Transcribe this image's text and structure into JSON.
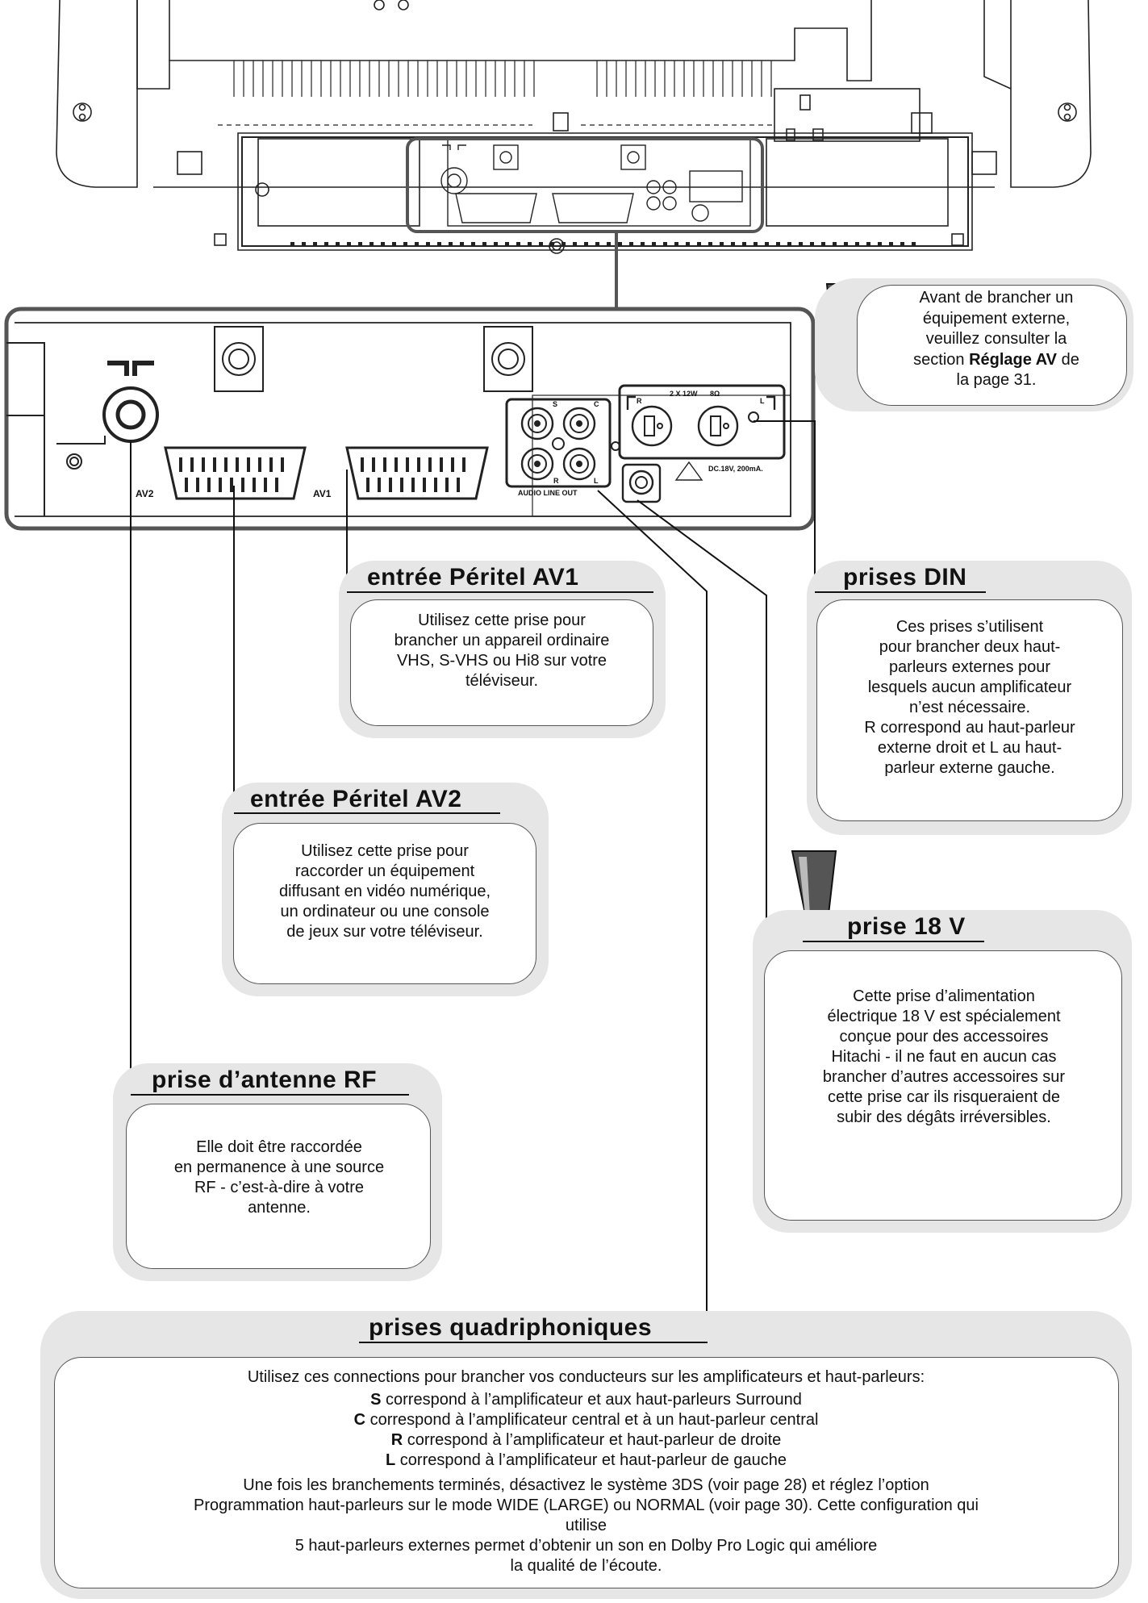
{
  "warning": {
    "line1": "Avant de brancher un",
    "line2": "équipement externe,",
    "line3": "veuillez consulter la",
    "line4_pre": "section ",
    "line4_bold": "Réglage AV",
    "line4_post": " de",
    "line5": "la page 31."
  },
  "panel_labels": {
    "av2": "AV2",
    "av1": "AV1",
    "s": "S",
    "c": "C",
    "r": "R",
    "l": "L",
    "audio_line_out": "AUDIO LINE OUT",
    "din_r": "R",
    "din_l": "L",
    "din_power": "2 X 12W",
    "din_ohm": "8Ω",
    "dc_rating": "DC.18V, 200mA."
  },
  "av1": {
    "title": "entrée Péritel AV1",
    "lines": [
      "Utilisez cette prise pour",
      "brancher un appareil ordinaire",
      "VHS, S-VHS ou Hi8 sur votre",
      "téléviseur."
    ]
  },
  "din": {
    "title": "prises DIN",
    "lines": [
      "Ces prises s’utilisent",
      "pour brancher deux haut-",
      "parleurs externes pour",
      "lesquels aucun amplificateur",
      "n’est nécessaire.",
      "R correspond au haut-parleur",
      "externe droit et L au haut-",
      "parleur externe gauche."
    ]
  },
  "av2": {
    "title": "entrée Péritel AV2",
    "lines": [
      "Utilisez cette prise pour",
      "raccorder un équipement",
      "diffusant en vidéo numérique,",
      "un ordinateur ou une console",
      "de jeux sur votre téléviseur."
    ]
  },
  "p18v": {
    "title": "prise 18 V",
    "lines": [
      "Cette prise d’alimentation",
      "électrique 18 V est spécialement",
      "conçue pour des accessoires",
      "Hitachi - il ne faut en aucun cas",
      "brancher d’autres accessoires sur",
      "cette prise car ils risqueraient de",
      "subir des dégâts irréversibles."
    ]
  },
  "rf": {
    "title": "prise d’antenne RF",
    "lines": [
      "Elle doit être raccordée",
      "en permanence à une source",
      "RF - c’est-à-dire à votre",
      "antenne."
    ]
  },
  "quad": {
    "title": "prises quadriphoniques",
    "intro": "Utilisez ces connections pour brancher vos conducteurs sur les amplificateurs et haut-parleurs:",
    "items": [
      {
        "key": "S",
        "text": " correspond à l’amplificateur et aux haut-parleurs Surround"
      },
      {
        "key": "C",
        "text": " correspond à l’amplificateur central et à un haut-parleur central"
      },
      {
        "key": "R",
        "text": " correspond à l’amplificateur et haut-parleur de droite"
      },
      {
        "key": "L",
        "text": " correspond à l’amplificateur et haut-parleur de gauche"
      }
    ],
    "outro": [
      "Une fois les branchements terminés, désactivez le système 3DS (voir page 28) et réglez l’option",
      "Programmation haut-parleurs sur le mode WIDE (LARGE) ou NORMAL (voir page 30). Cette configuration qui",
      "utilise",
      "5 haut-parleurs externes permet d’obtenir un son en Dolby Pro Logic qui améliore",
      "la qualité de l’écoute."
    ]
  }
}
